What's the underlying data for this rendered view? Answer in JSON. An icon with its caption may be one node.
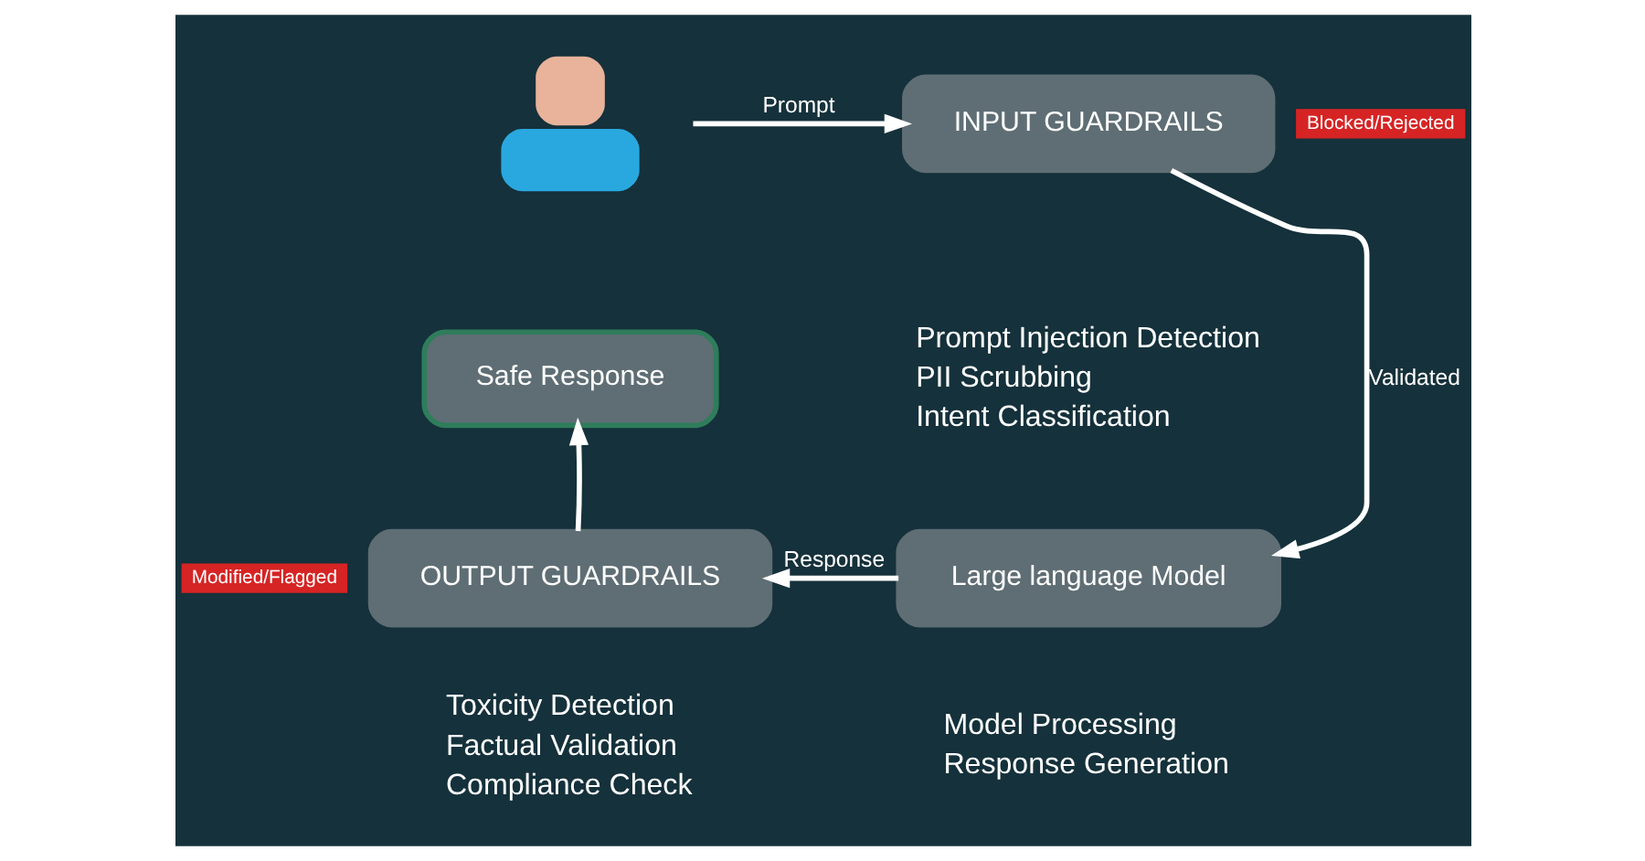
{
  "diagram": {
    "nodes": [
      {
        "text": [],
        "shape": "person"
      },
      {
        "text": [
          "INPUT GUARDRAILS"
        ],
        "beside": [
          "Blocked/Rejected",
          "Prompt Injection Detection",
          "PII Scrubbing",
          "Intent Classification"
        ]
      },
      {
        "text": [
          "Safe Response"
        ]
      },
      {
        "text": [
          "OUTPUT GUARDRAILS"
        ],
        "beside": [
          "Modified/Flagged",
          "Toxicity Detection",
          "Factual Validation",
          "Compliance Check"
        ]
      },
      {
        "text": [
          "Large language Model"
        ],
        "beside": [
          "Model Processing",
          "Response Generation"
        ]
      }
    ],
    "edges": [
      {
        "from": 0,
        "to": 1,
        "arrow": "to",
        "label": "Prompt"
      },
      {
        "from": 1,
        "to": 4,
        "arrow": "to",
        "label": "Validated"
      },
      {
        "from": 4,
        "to": 3,
        "arrow": "to",
        "label": "Response"
      },
      {
        "from": 3,
        "to": 2,
        "arrow": "to"
      }
    ]
  }
}
